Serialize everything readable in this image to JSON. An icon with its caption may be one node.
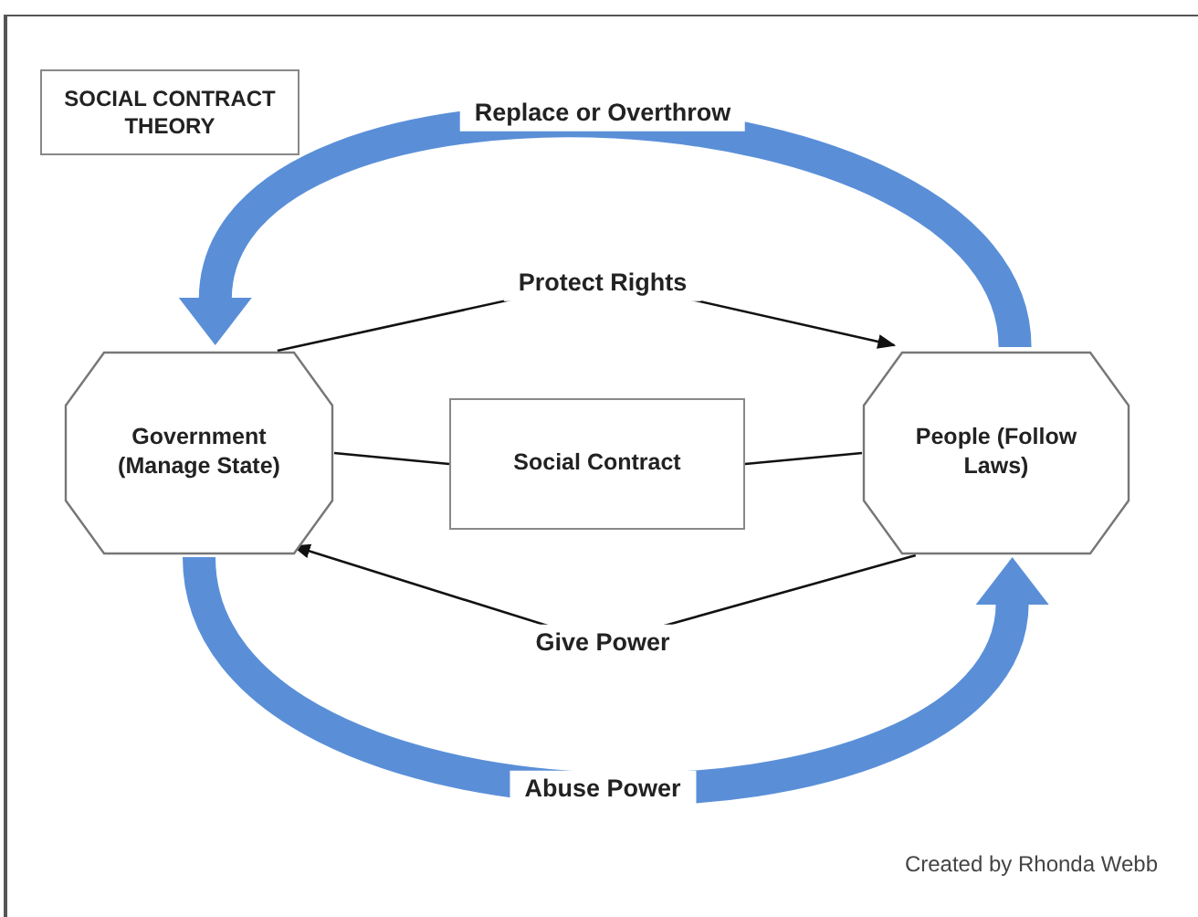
{
  "diagram": {
    "nodes": [
      {
        "text": [
          "SOCIAL CONTRACT THEORY"
        ]
      },
      {
        "text": [
          "Government (Manage State)"
        ]
      },
      {
        "text": [
          "Social Contract"
        ]
      },
      {
        "text": [
          "People (Follow Laws)"
        ]
      }
    ],
    "edges": [
      {
        "from": 3,
        "to": 1,
        "arrow": "to",
        "label": "Replace or Overthrow",
        "style": "thick",
        "color": "#5a8fd8"
      },
      {
        "from": 1,
        "to": 3,
        "arrow": "to",
        "label": "Protect Rights"
      },
      {
        "from": 1,
        "to": 2,
        "arrow": "none"
      },
      {
        "from": 2,
        "to": 3,
        "arrow": "none"
      },
      {
        "from": 3,
        "to": 1,
        "arrow": "to",
        "label": "Give Power"
      },
      {
        "from": 1,
        "to": 3,
        "arrow": "to",
        "label": "Abuse Power",
        "style": "thick",
        "color": "#5a8fd8"
      }
    ],
    "labels": [
      "Created by Rhonda Webb"
    ]
  }
}
